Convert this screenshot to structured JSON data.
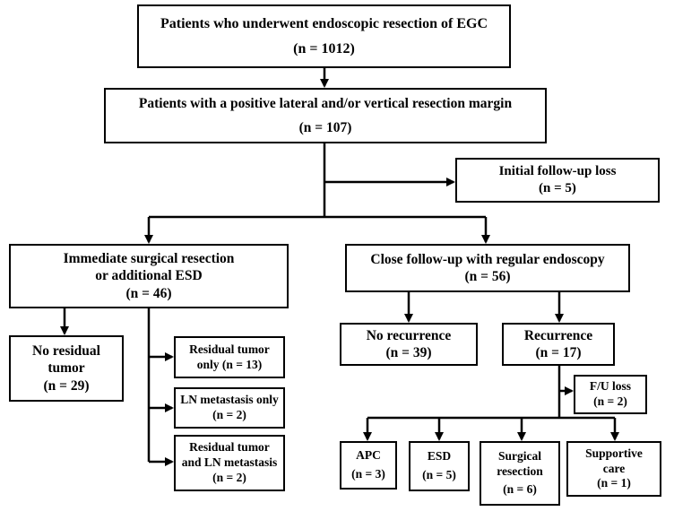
{
  "boxes": {
    "all_patients": {
      "line1": "Patients who underwent  endoscopic resection of EGC",
      "line2": "(n = 1012)"
    },
    "positive_margin": {
      "line1": "Patients with a positive lateral and/or vertical resection margin",
      "line2": "(n = 107)"
    },
    "initial_fu_loss": {
      "line1": "Initial follow-up loss",
      "line2": "(n = 5)"
    },
    "immediate_surgery": {
      "line1": "Immediate surgical resection",
      "line2": "or additional  ESD",
      "line3": "(n = 46)"
    },
    "close_followup": {
      "line1": "Close follow-up with regular endoscopy",
      "line2": "(n = 56)"
    },
    "no_residual": {
      "line1": "No residual",
      "line2": "tumor",
      "line3": "(n = 29)"
    },
    "residual_only": {
      "line1": "Residual tumor",
      "line2": "only (n = 13)"
    },
    "ln_only": {
      "line1": "LN metastasis only",
      "line2": "(n = 2)"
    },
    "residual_ln": {
      "line1": "Residual tumor",
      "line2": "and LN metastasis",
      "line3": "(n = 2)"
    },
    "no_recurrence": {
      "line1": "No recurrence",
      "line2": "(n = 39)"
    },
    "recurrence": {
      "line1": "Recurrence",
      "line2": "(n = 17)"
    },
    "fu_loss": {
      "line1": "F/U loss",
      "line2": "(n = 2)"
    },
    "apc": {
      "line1": "APC",
      "line2": "(n = 3)"
    },
    "esd": {
      "line1": "ESD",
      "line2": "(n = 5)"
    },
    "surgical": {
      "line1": "Surgical",
      "line2": "resection",
      "line3": "(n = 6)"
    },
    "supportive": {
      "line1": "Supportive",
      "line2": "care",
      "line3": "(n = 1)"
    }
  }
}
